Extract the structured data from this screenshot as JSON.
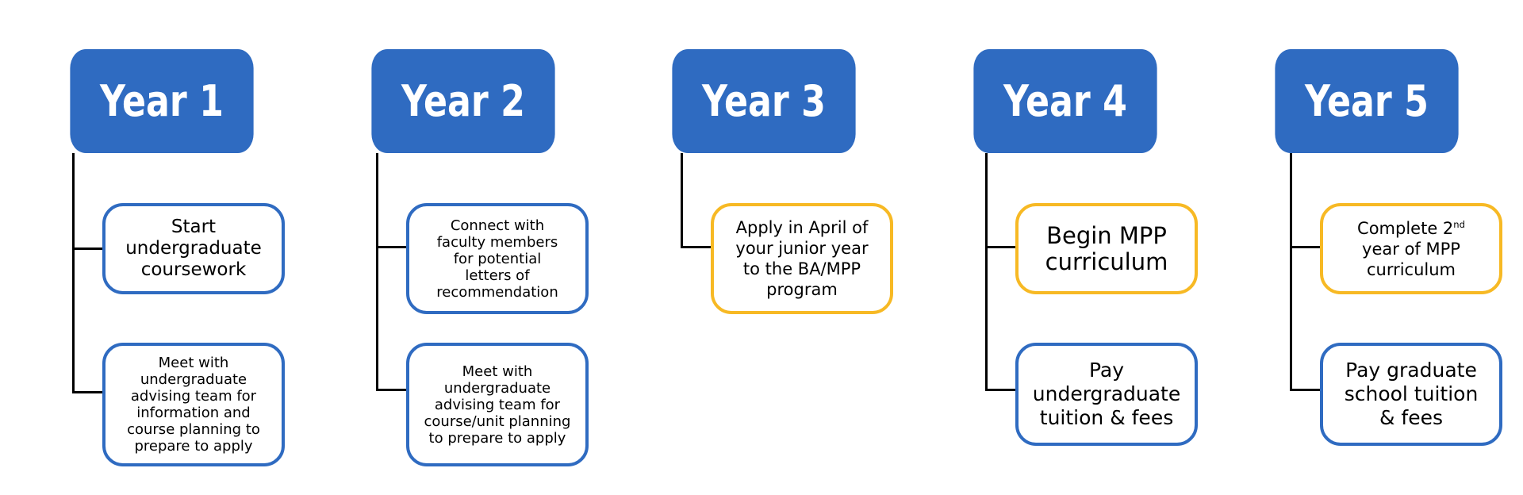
{
  "years": [
    {
      "title": "Year 1",
      "steps": [
        {
          "text": "Start\nundergraduate\ncoursework",
          "border_color": "#2f6bc1"
        },
        {
          "text": "Meet with\nundergraduate\nadvising team for\ninformation and\ncourse planning to\nprepare to apply",
          "border_color": "#2f6bc1"
        }
      ]
    },
    {
      "title": "Year 2",
      "steps": [
        {
          "text": "Connect with\nfaculty members\nfor potential\nletters of\nrecommendation",
          "border_color": "#2f6bc1"
        },
        {
          "text": "Meet with\nundergraduate\nadvising team for\ncourse/unit planning\nto prepare to apply",
          "border_color": "#2f6bc1"
        }
      ]
    },
    {
      "title": "Year 3",
      "steps": [
        {
          "text": "Apply in April of\nyour junior year\nto the BA/MPP\nprogram",
          "border_color": "#f7b924"
        }
      ]
    },
    {
      "title": "Year 4",
      "steps": [
        {
          "text": "Begin MPP\ncurriculum",
          "border_color": "#f7b924"
        },
        {
          "text": "Pay\nundergraduate\ntuition & fees",
          "border_color": "#2f6bc1"
        }
      ]
    },
    {
      "title": "Year 5",
      "steps": [
        {
          "text_before": "Complete 2",
          "superscript": "nd",
          "text_after": "\nyear of MPP\ncurriculum",
          "border_color": "#f7b924"
        },
        {
          "text": "Pay graduate\nschool tuition\n& fees",
          "border_color": "#2f6bc1"
        }
      ]
    }
  ],
  "colors": {
    "header_fill": "#2f6bc1",
    "blue_border": "#2f6bc1",
    "gold_border": "#f7b924",
    "connector": "#000000",
    "background": "#ffffff"
  }
}
